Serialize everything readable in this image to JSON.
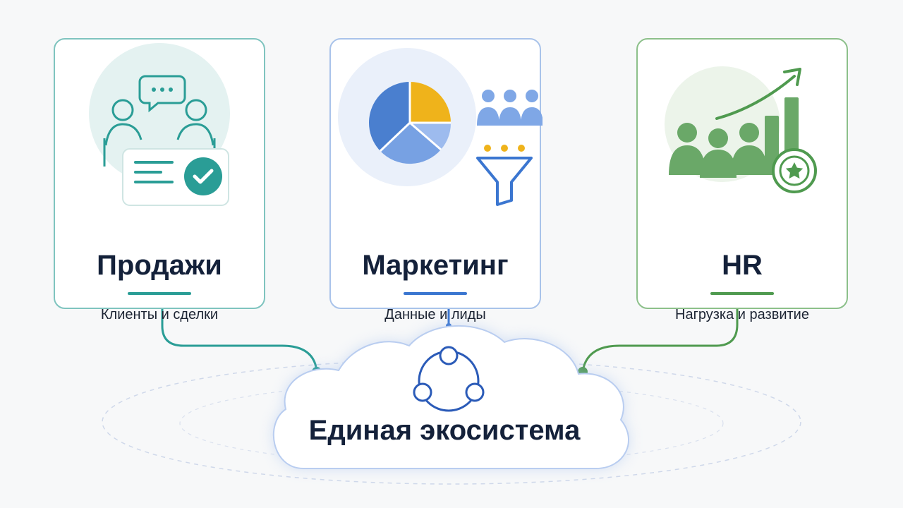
{
  "cards": [
    {
      "title": "Продажи",
      "subtitle": "Клиенты и сделки",
      "accent": "#2a9d96"
    },
    {
      "title": "Маркетинг",
      "subtitle": "Данные и лиды",
      "accent": "#3b76d0"
    },
    {
      "title": "HR",
      "subtitle": "Нагрузка и развитие",
      "accent": "#4f9a4f"
    }
  ],
  "hub": {
    "label": "Единая экосистема",
    "accent": "#2b5bb8"
  },
  "icons": [
    "chat-bubble-icon",
    "people-meeting-icon",
    "document-check-icon",
    "pie-chart-icon",
    "people-group-icon",
    "funnel-icon",
    "team-icon",
    "growth-chart-icon",
    "star-badge-icon",
    "network-icon"
  ]
}
